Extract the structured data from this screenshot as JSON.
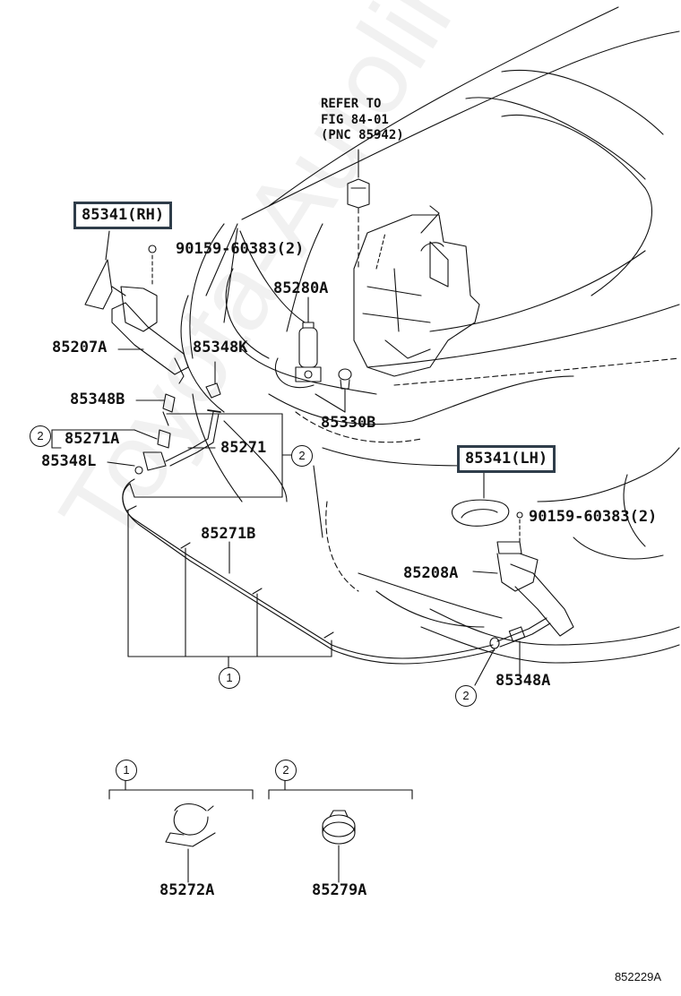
{
  "labels": {
    "refer_line1": "REFER TO",
    "refer_line2": "FIG 84-01",
    "refer_line3": "(PNC 85942)",
    "p85341_rh": "85341(RH)",
    "p85341_lh": "85341(LH)",
    "bolt_rh": "90159-60383(2)",
    "bolt_lh": "90159-60383(2)",
    "p85280a": "85280A",
    "p85207a": "85207A",
    "p85348k": "85348K",
    "p85348b": "85348B",
    "p85330b": "85330B",
    "p85271a": "85271A",
    "p85271": "85271",
    "p85348l": "85348L",
    "p85271b": "85271B",
    "p85208a": "85208A",
    "p85348a": "85348A",
    "p85272a": "85272A",
    "p85279a": "85279A"
  },
  "callouts": {
    "one": "1",
    "two": "2"
  },
  "watermark": "Toyota-Autoline.ru",
  "figure_code": "852229A"
}
